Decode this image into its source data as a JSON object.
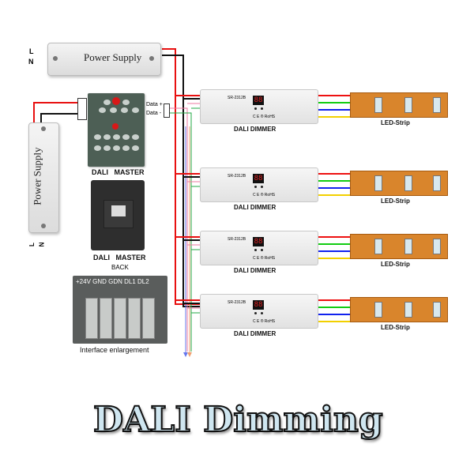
{
  "title": "DALI Dimming",
  "top_psu": {
    "label": "Power Supply",
    "l": "L",
    "n": "N"
  },
  "side_psu": {
    "label": "Power Supply",
    "l": "L",
    "n": "N"
  },
  "master": {
    "label": "DALI   MASTER",
    "back_label": "DALI   MASTER",
    "back_sub": "BACK"
  },
  "data_terminals": {
    "plus": "Data +",
    "minus": "Data -"
  },
  "interface": {
    "header": "+24V GND GDN DL1 DL2",
    "caption": "Interface enlargement"
  },
  "dimmers": [
    {
      "label": "DALI DIMMER",
      "model": "SR-2312B",
      "display": "88",
      "cert": "C E ® RoHS"
    },
    {
      "label": "DALI DIMMER",
      "model": "SR-2312B",
      "display": "88",
      "cert": "C E ® RoHS"
    },
    {
      "label": "DALI DIMMER",
      "model": "SR-2312B",
      "display": "88",
      "cert": "C E ® RoHS"
    },
    {
      "label": "DALI DIMMER",
      "model": "SR-2312B",
      "display": "88",
      "cert": "C E ® RoHS"
    }
  ],
  "strips": [
    {
      "label": "LED-Strip"
    },
    {
      "label": "LED-Strip"
    },
    {
      "label": "LED-Strip"
    },
    {
      "label": "LED-Strip"
    }
  ],
  "wire_colors": {
    "power_pos": "#e81010",
    "power_neg": "#111111",
    "r": "#ee1111",
    "g": "#11cc11",
    "b": "#1122ee",
    "y": "#f2d000",
    "data1": "#ee7aa0",
    "data2": "#22aa44"
  }
}
